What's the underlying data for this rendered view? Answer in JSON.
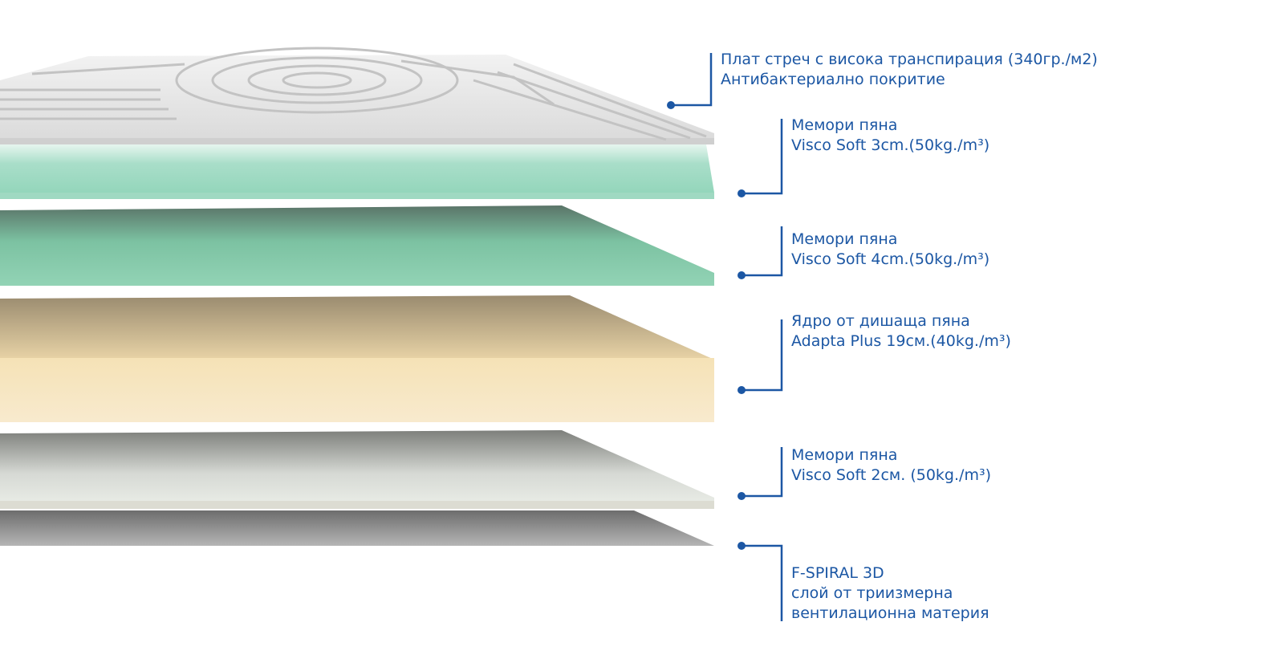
{
  "colors": {
    "accent": "#1c57a4",
    "cover": "#e6e6e6",
    "light_green_foam": "#aee1cd",
    "dark_green_foam": "#7fc7a6",
    "core_foam": "#f5e3b8",
    "grey_foam": "#e4e7e3",
    "spiral_layer": "#a3a3a3"
  },
  "layers": [
    {
      "id": "cover",
      "line1": "Плат стреч с висока транспирация (340гр./м2)",
      "line2": "Антибактериално покритие"
    },
    {
      "id": "visco-3",
      "line1": "Мемори пяна",
      "line2": "Visco Soft 3cm.(50kg./m³)"
    },
    {
      "id": "visco-4",
      "line1": "Мемори пяна",
      "line2": "Visco Soft 4cm.(50kg./m³)"
    },
    {
      "id": "core",
      "line1": "Ядро от дишаща пяна",
      "line2": "Adapta Plus 19см.(40kg./m³)"
    },
    {
      "id": "visco-2",
      "line1": "Мемори пяна",
      "line2": "Visco Soft 2см. (50kg./m³)"
    },
    {
      "id": "spiral",
      "line1": "F-SPIRAL 3D",
      "line2": "слой от триизмерна",
      "line3": "вентилационна материя"
    }
  ]
}
